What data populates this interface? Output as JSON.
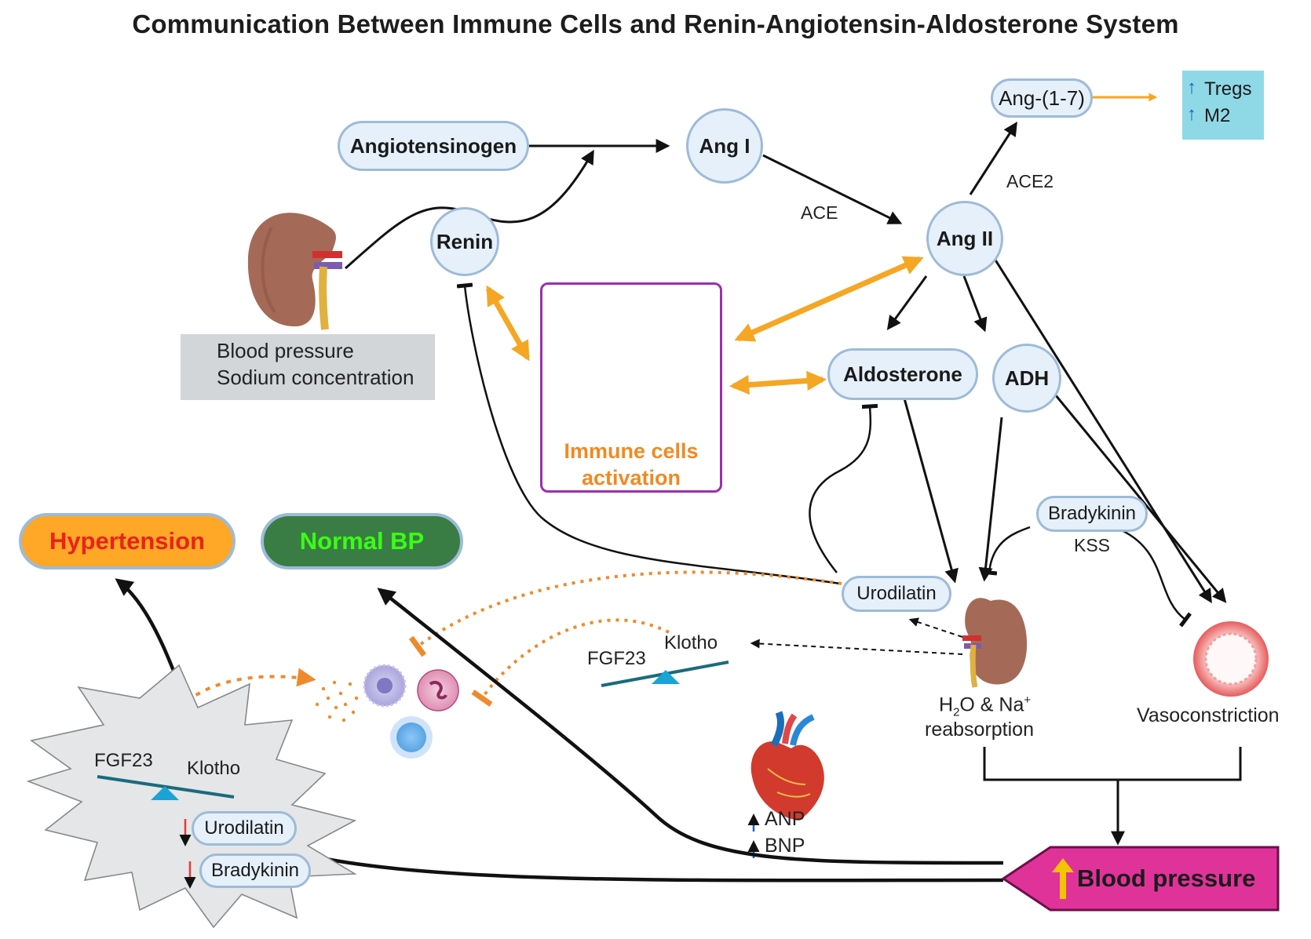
{
  "title": "Communication Between Immune Cells and Renin-Angiotensin-Aldosterone  System",
  "nodes": {
    "angiotensinogen": "Angiotensinogen",
    "ang1": "Ang I",
    "ang2": "Ang II",
    "ang17": "Ang-(1-7)",
    "renin": "Renin",
    "aldosterone": "Aldosterone",
    "adh": "ADH",
    "bradykinin": "Bradykinin",
    "urodilatin": "Urodilatin"
  },
  "enzymes": {
    "ace": "ACE",
    "ace2": "ACE2",
    "kss": "KSS"
  },
  "tregs_box": {
    "tregs": "Tregs",
    "m2": "M2"
  },
  "kidney_box": {
    "line1": "Blood pressure",
    "line2": "Sodium concentration"
  },
  "immune": {
    "line1": "Immune cells",
    "line2": "activation"
  },
  "outcomes": {
    "hypertension": "Hypertension",
    "normal": "Normal BP"
  },
  "klotho_mid": {
    "fgf23": "FGF23",
    "klotho": "Klotho"
  },
  "reabsorption": {
    "line2": "reabsorption"
  },
  "vasoconstriction": "Vasoconstriction",
  "heart": {
    "anp": "ANP",
    "bnp": "BNP"
  },
  "starburst": {
    "fgf23": "FGF23",
    "klotho": "Klotho",
    "urodilatin": "Urodilatin",
    "bradykinin": "Bradykinin"
  },
  "blood_pressure": "Blood pressure",
  "colors": {
    "node_fill": "#e6f0fa",
    "node_border": "#9dbbd8",
    "orange": "#f5a623",
    "dotted_orange": "#ef8a2c",
    "hypertension_fill": "#ffa726",
    "hypertension_text": "#e8231a",
    "normal_fill": "#3a7d44",
    "normal_text": "#39ff14",
    "bp_fill": "#e0339a",
    "immune_border": "#9b2fae",
    "cyan": "#8fd9e6",
    "grey": "#d3d6d8",
    "red_arrow": "#e53935",
    "blue_arrow": "#1565c0",
    "seesaw": "#1a6b7c",
    "seesaw_triangle": "#1aa3d6"
  }
}
